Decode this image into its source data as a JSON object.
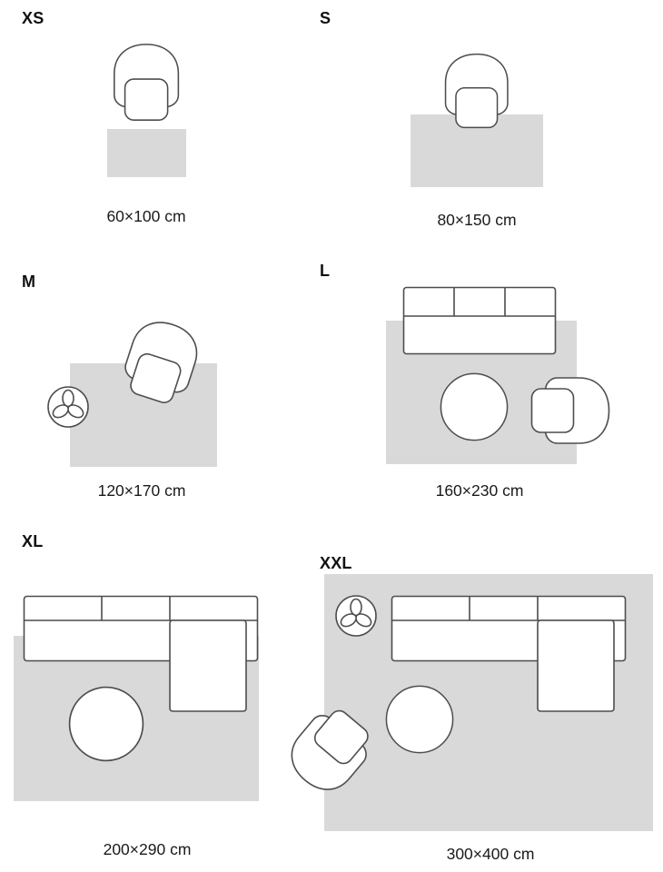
{
  "page": {
    "background": "#ffffff",
    "description": "Rug size guide diagram"
  },
  "colors": {
    "rug": "#d9d9d9",
    "outline": "#4d4d4d",
    "furniture_fill": "#ffffff",
    "text": "#1a1a1a"
  },
  "sizes": [
    {
      "code": "XS",
      "dimensions": "60×100 cm"
    },
    {
      "code": "S",
      "dimensions": "80×150 cm"
    },
    {
      "code": "M",
      "dimensions": "120×170 cm"
    },
    {
      "code": "L",
      "dimensions": "160×230 cm"
    },
    {
      "code": "XL",
      "dimensions": "200×290 cm"
    },
    {
      "code": "XXL",
      "dimensions": "300×400 cm"
    }
  ]
}
